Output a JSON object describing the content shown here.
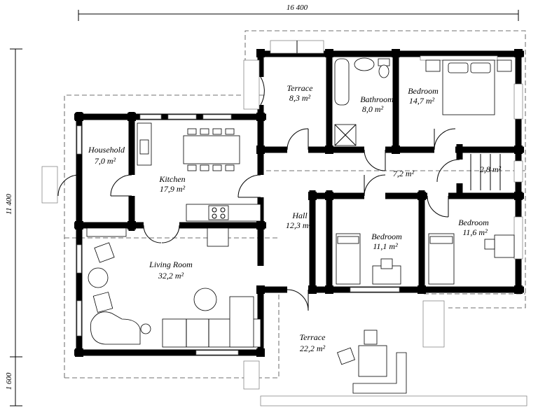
{
  "dimensions": {
    "width": "16 400",
    "height": "11 400",
    "terrace_depth": "1 600"
  },
  "rooms": {
    "terrace_top": {
      "name": "Terrace",
      "area": "8,3 m²"
    },
    "bathroom": {
      "name": "Bathroom",
      "area": "8,0 m²"
    },
    "bedroom_master": {
      "name": "Bedroom",
      "area": "14,7 m²"
    },
    "household": {
      "name": "Household",
      "area": "7,0 m²"
    },
    "kitchen": {
      "name": "Kitchen",
      "area": "17,9 m²"
    },
    "corridor": {
      "area": "7,2 m²"
    },
    "stair_hall": {
      "area": "2,8 m²"
    },
    "hall": {
      "name": "Hall",
      "area": "12,3 m²"
    },
    "bedroom_middle": {
      "name": "Bedroom",
      "area": "11,1 m²"
    },
    "bedroom_right": {
      "name": "Bedroom",
      "area": "11,6 m²"
    },
    "living_room": {
      "name": "Living Room",
      "area": "32,2 m²"
    },
    "terrace_bottom": {
      "name": "Terrace",
      "area": "22,2 m²"
    }
  }
}
